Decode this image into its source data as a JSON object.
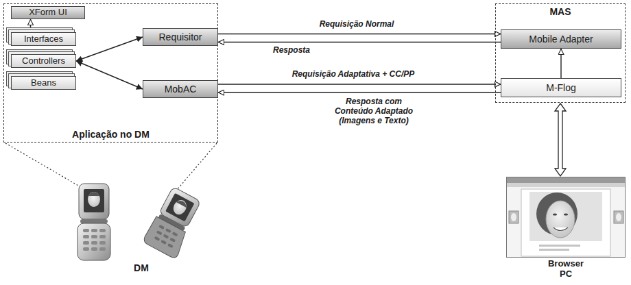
{
  "diagram": {
    "nodes": [
      {
        "text": [
          "Aplicação no DM"
        ]
      },
      {
        "text": [
          "XForm UI"
        ],
        "in": 0
      },
      {
        "text": [
          "Interfaces"
        ],
        "in": 0
      },
      {
        "text": [
          "Controllers"
        ],
        "in": 0
      },
      {
        "text": [
          "Beans"
        ],
        "in": 0
      },
      {
        "text": [
          "Requisitor"
        ],
        "in": 0
      },
      {
        "text": [
          "MobAC"
        ],
        "in": 0
      },
      {
        "text": [
          "MAS"
        ]
      },
      {
        "text": [
          "Mobile Adapter"
        ],
        "in": 7
      },
      {
        "text": [
          "M-Flog"
        ],
        "in": 7
      },
      {
        "text": [
          "Browser PC"
        ]
      }
    ],
    "edges": [
      {
        "from": 2,
        "to": 1,
        "arrow": "to"
      },
      {
        "from": 5,
        "to": 3,
        "arrow": "both"
      },
      {
        "from": 6,
        "to": 3,
        "arrow": "both"
      },
      {
        "from": 5,
        "to": 8,
        "arrow": "to",
        "label": "Requisição Normal"
      },
      {
        "from": 8,
        "to": 5,
        "arrow": "to",
        "label": "Resposta"
      },
      {
        "from": 6,
        "to": 9,
        "arrow": "to",
        "label": "Requisição Adaptativa + CC/PP"
      },
      {
        "from": 9,
        "to": 6,
        "arrow": "to",
        "label": "Resposta com Conteúdo Adaptado (Imagens e Texto)"
      },
      {
        "from": 9,
        "to": 8,
        "arrow": "to"
      },
      {
        "from": 7,
        "to": 10,
        "arrow": "both"
      }
    ],
    "labels": [
      "DM"
    ]
  }
}
